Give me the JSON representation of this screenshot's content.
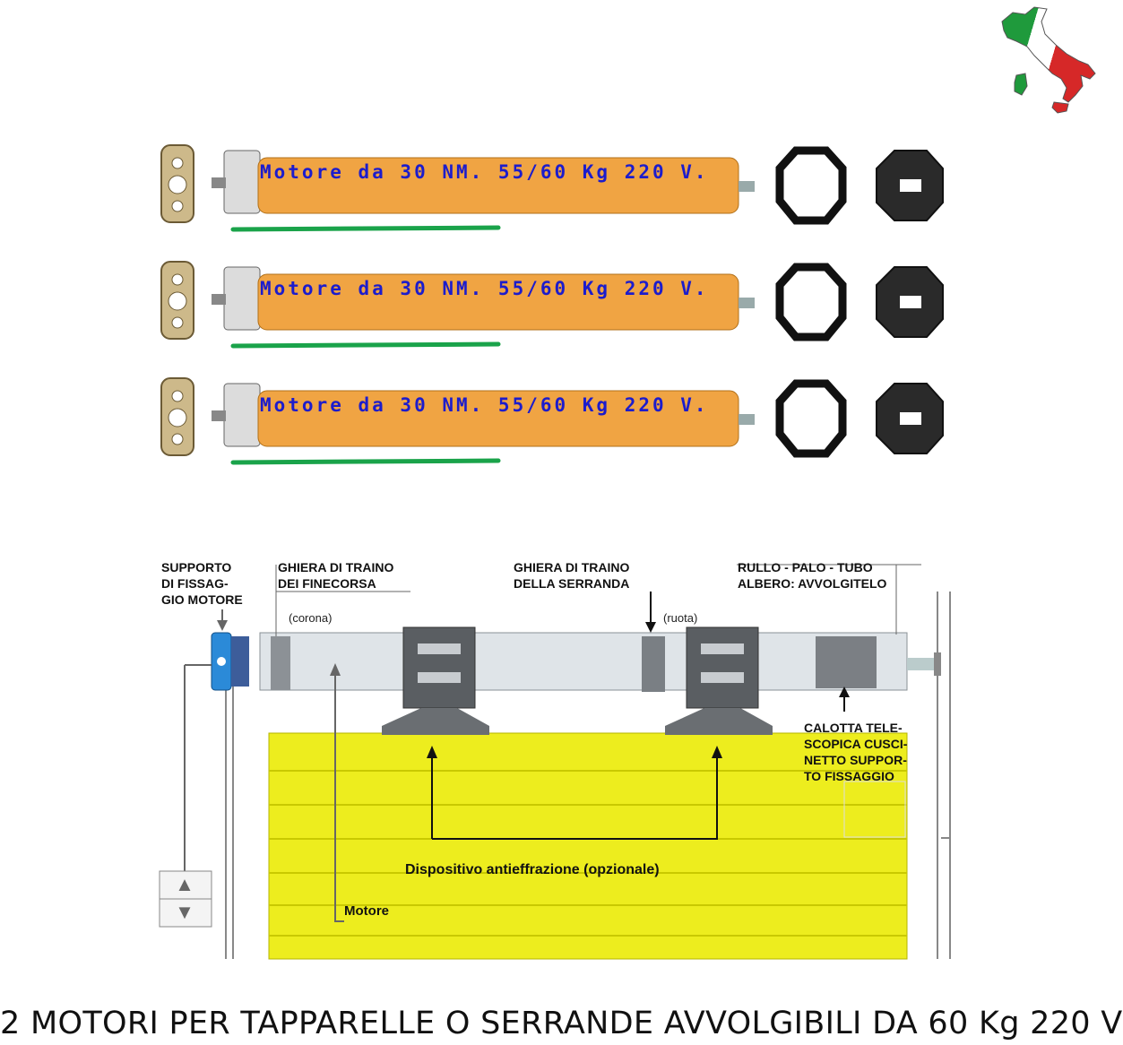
{
  "colors": {
    "motor_tube": "#f0a443",
    "motor_label": "#1c1ccc",
    "cord_green": "#1aa34a",
    "shutter_yellow": "#eded1e",
    "bracket_blue": "#2b8ad8"
  },
  "flag_map": {
    "icon": "italy-flag-map-icon"
  },
  "motors": [
    {
      "label": "Motore da 30 NM. 55/60 Kg 220 V."
    },
    {
      "label": "Motore da 30 NM. 55/60 Kg 220 V."
    },
    {
      "label": "Motore da 30 NM. 55/60 Kg 220 V."
    }
  ],
  "diagram": {
    "labels": {
      "support": "SUPPORTO\nDI FISSAG-\nGIO MOTORE",
      "ring_limit": "GHIERA DI TRAINO\nDEI FINECORSA",
      "ring_shutter": "GHIERA DI TRAINO\nDELLA SERRANDA",
      "roller": "RULLO - PALO - TUBO\nALBERO: AVVOLGITELO",
      "cap": "CALOTTA TELE-\nSCOPICA CUSCI-\nNETTO SUPPOR-\nTO FISSAGGIO",
      "corona": "(corona)",
      "ruota": "(ruota)",
      "anti_theft": "Dispositivo antieffrazione (opzionale)",
      "motor": "Motore"
    }
  },
  "title": "2 MOTORI PER TAPPARELLE O SERRANDE AVVOLGIBILI DA 60 Kg 220 V"
}
